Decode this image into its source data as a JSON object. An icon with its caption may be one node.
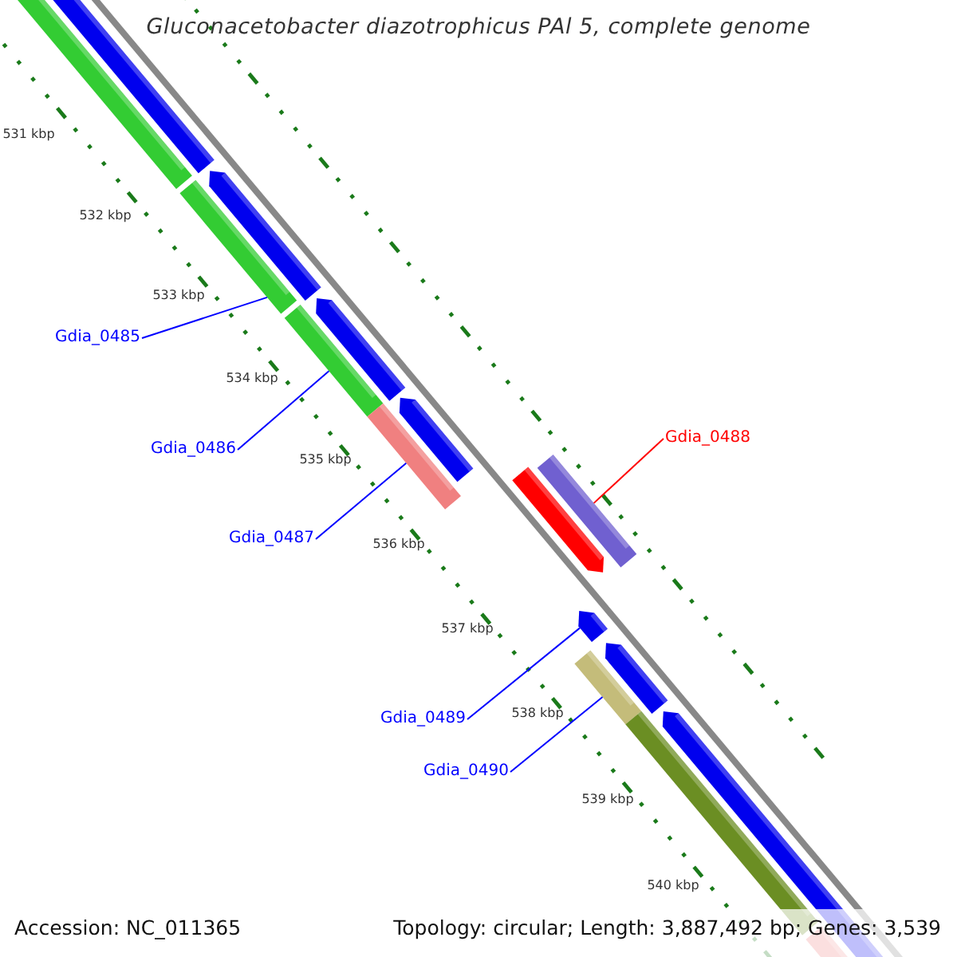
{
  "diagram": {
    "title": "Gluconacetobacter diazotrophicus PAl 5, complete genome",
    "nodes": [
      {
        "text": [
          "Gdia_0485"
        ]
      },
      {
        "text": [
          "Gdia_0486"
        ]
      },
      {
        "text": [
          "Gdia_0487"
        ]
      },
      {
        "text": [
          "Gdia_0488"
        ]
      },
      {
        "text": [
          "Gdia_0489"
        ]
      },
      {
        "text": [
          "Gdia_0490"
        ]
      },
      {
        "text": [],
        "shape": "bar"
      },
      {
        "text": [],
        "shape": "bar"
      },
      {
        "text": [],
        "shape": "bar"
      },
      {
        "text": [],
        "shape": "bar"
      },
      {
        "text": [],
        "shape": "arrow"
      },
      {
        "text": [],
        "shape": "bar"
      }
    ],
    "edges": [
      {
        "from": 0,
        "to": 6,
        "arrow": "none"
      },
      {
        "from": 1,
        "to": 7,
        "arrow": "none"
      },
      {
        "from": 2,
        "to": 8,
        "arrow": "none"
      },
      {
        "from": 3,
        "to": 9,
        "arrow": "none",
        "color": "#ff0000"
      },
      {
        "from": 4,
        "to": 10,
        "arrow": "none"
      },
      {
        "from": 5,
        "to": 11,
        "arrow": "none"
      }
    ],
    "labels": [
      "531 kbp",
      "532 kbp",
      "533 kbp",
      "534 kbp",
      "535 kbp",
      "536 kbp",
      "537 kbp",
      "538 kbp",
      "539 kbp",
      "540 kbp",
      "Accession: NC_011365",
      "Topology: circular; Length: 3,887,492 bp; Genes: 3,539"
    ]
  }
}
